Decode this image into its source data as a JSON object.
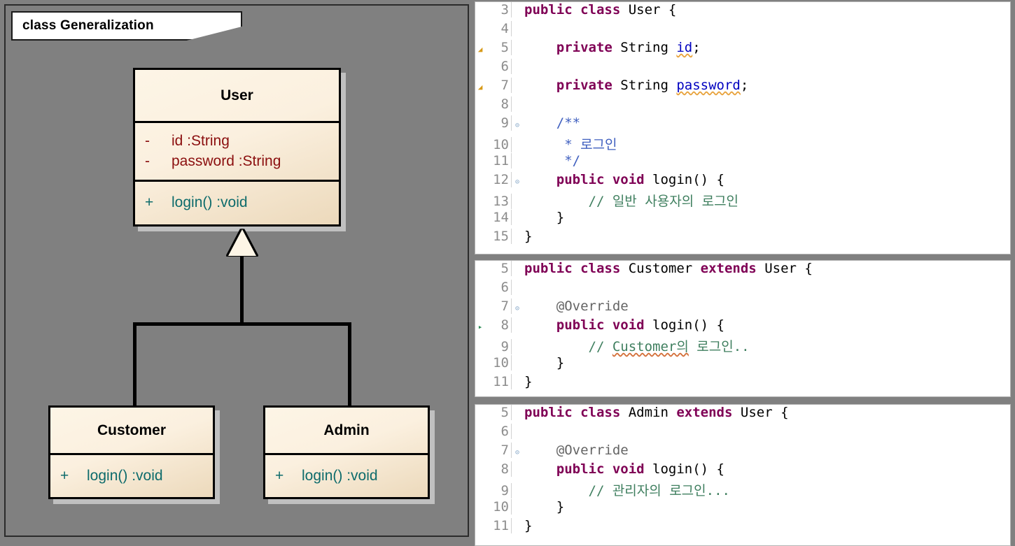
{
  "diagram": {
    "frame_title": "class Generalization",
    "background_color": "#808080",
    "class_fill_color": "#fdf5e6",
    "attribute_color": "#8b0f0f",
    "method_color": "#0d6b6b",
    "classes": [
      {
        "name": "User",
        "attributes": [
          {
            "visibility": "-",
            "text": "id  :String"
          },
          {
            "visibility": "-",
            "text": "password  :String"
          }
        ],
        "methods": [
          {
            "visibility": "+",
            "text": "login()  :void"
          }
        ]
      },
      {
        "name": "Customer",
        "attributes": [],
        "methods": [
          {
            "visibility": "+",
            "text": "login()  :void"
          }
        ]
      },
      {
        "name": "Admin",
        "attributes": [],
        "methods": [
          {
            "visibility": "+",
            "text": "login()  :void"
          }
        ]
      }
    ],
    "relationship": "generalization"
  },
  "code_panels": [
    {
      "id": "user-java",
      "lines": [
        {
          "no": "3",
          "marker": "",
          "fold": false,
          "tokens": [
            {
              "t": "public class ",
              "c": "kw"
            },
            {
              "t": "User {",
              "c": "plain"
            }
          ]
        },
        {
          "no": "4",
          "marker": "",
          "fold": false,
          "tokens": []
        },
        {
          "no": "5",
          "marker": "warn",
          "fold": false,
          "tokens": [
            {
              "t": "    ",
              "c": "plain"
            },
            {
              "t": "private ",
              "c": "kw"
            },
            {
              "t": "String ",
              "c": "plain"
            },
            {
              "t": "id",
              "c": "field squig"
            },
            {
              "t": ";",
              "c": "plain"
            }
          ]
        },
        {
          "no": "6",
          "marker": "",
          "fold": false,
          "tokens": []
        },
        {
          "no": "7",
          "marker": "warn",
          "fold": false,
          "tokens": [
            {
              "t": "    ",
              "c": "plain"
            },
            {
              "t": "private ",
              "c": "kw"
            },
            {
              "t": "String ",
              "c": "plain"
            },
            {
              "t": "password",
              "c": "field squig"
            },
            {
              "t": ";",
              "c": "plain"
            }
          ]
        },
        {
          "no": "8",
          "marker": "",
          "fold": false,
          "tokens": []
        },
        {
          "no": "9",
          "marker": "",
          "fold": true,
          "tokens": [
            {
              "t": "    /**",
              "c": "doc"
            }
          ]
        },
        {
          "no": "10",
          "marker": "",
          "fold": false,
          "tokens": [
            {
              "t": "     * 로그인",
              "c": "doc"
            }
          ]
        },
        {
          "no": "11",
          "marker": "",
          "fold": false,
          "tokens": [
            {
              "t": "     */",
              "c": "doc"
            }
          ]
        },
        {
          "no": "12",
          "marker": "",
          "fold": true,
          "tokens": [
            {
              "t": "    ",
              "c": "plain"
            },
            {
              "t": "public void ",
              "c": "kw"
            },
            {
              "t": "login() {",
              "c": "plain"
            }
          ]
        },
        {
          "no": "13",
          "marker": "",
          "fold": false,
          "tokens": [
            {
              "t": "        // 일반 사용자의 로그인",
              "c": "cmt"
            }
          ]
        },
        {
          "no": "14",
          "marker": "",
          "fold": false,
          "tokens": [
            {
              "t": "    }",
              "c": "plain"
            }
          ]
        },
        {
          "no": "15",
          "marker": "",
          "fold": false,
          "tokens": [
            {
              "t": "}",
              "c": "plain"
            }
          ]
        }
      ]
    },
    {
      "id": "customer-java",
      "lines": [
        {
          "no": "5",
          "marker": "",
          "fold": false,
          "tokens": [
            {
              "t": "public class ",
              "c": "kw"
            },
            {
              "t": "Customer ",
              "c": "plain"
            },
            {
              "t": "extends ",
              "c": "kw"
            },
            {
              "t": "User {",
              "c": "plain"
            }
          ]
        },
        {
          "no": "6",
          "marker": "",
          "fold": false,
          "tokens": []
        },
        {
          "no": "7",
          "marker": "",
          "fold": true,
          "tokens": [
            {
              "t": "    @Override",
              "c": "anno"
            }
          ]
        },
        {
          "no": "8",
          "marker": "ovr",
          "fold": false,
          "tokens": [
            {
              "t": "    ",
              "c": "plain"
            },
            {
              "t": "public void ",
              "c": "kw"
            },
            {
              "t": "login() {",
              "c": "plain"
            }
          ]
        },
        {
          "no": "9",
          "marker": "",
          "fold": false,
          "tokens": [
            {
              "t": "        // ",
              "c": "cmt"
            },
            {
              "t": "Customer의",
              "c": "cmt squig"
            },
            {
              "t": " 로그인..",
              "c": "cmt"
            }
          ]
        },
        {
          "no": "10",
          "marker": "",
          "fold": false,
          "tokens": [
            {
              "t": "    }",
              "c": "plain"
            }
          ]
        },
        {
          "no": "11",
          "marker": "",
          "fold": false,
          "tokens": [
            {
              "t": "}",
              "c": "plain"
            }
          ]
        }
      ]
    },
    {
      "id": "admin-java",
      "lines": [
        {
          "no": "5",
          "marker": "",
          "fold": false,
          "tokens": [
            {
              "t": "public class ",
              "c": "kw"
            },
            {
              "t": "Admin ",
              "c": "plain"
            },
            {
              "t": "extends ",
              "c": "kw"
            },
            {
              "t": "User {",
              "c": "plain"
            }
          ]
        },
        {
          "no": "6",
          "marker": "",
          "fold": false,
          "tokens": []
        },
        {
          "no": "7",
          "marker": "",
          "fold": true,
          "tokens": [
            {
              "t": "    @Override",
              "c": "anno"
            }
          ]
        },
        {
          "no": "8",
          "marker": "",
          "fold": false,
          "tokens": [
            {
              "t": "    ",
              "c": "plain"
            },
            {
              "t": "public void ",
              "c": "kw"
            },
            {
              "t": "login() {",
              "c": "plain"
            }
          ]
        },
        {
          "no": "9",
          "marker": "",
          "fold": false,
          "tokens": [
            {
              "t": "        // 관리자의 로그인...",
              "c": "cmt"
            }
          ]
        },
        {
          "no": "10",
          "marker": "",
          "fold": false,
          "tokens": [
            {
              "t": "    }",
              "c": "plain"
            }
          ]
        },
        {
          "no": "11",
          "marker": "",
          "fold": false,
          "tokens": [
            {
              "t": "}",
              "c": "plain"
            }
          ]
        }
      ]
    }
  ],
  "syntax_colors": {
    "keyword": "#7f0055",
    "field": "#0000c0",
    "javadoc": "#3f5fbf",
    "line_comment": "#3f7f5f",
    "annotation": "#646464",
    "line_number": "#8c8c8c",
    "plain": "#000000"
  }
}
